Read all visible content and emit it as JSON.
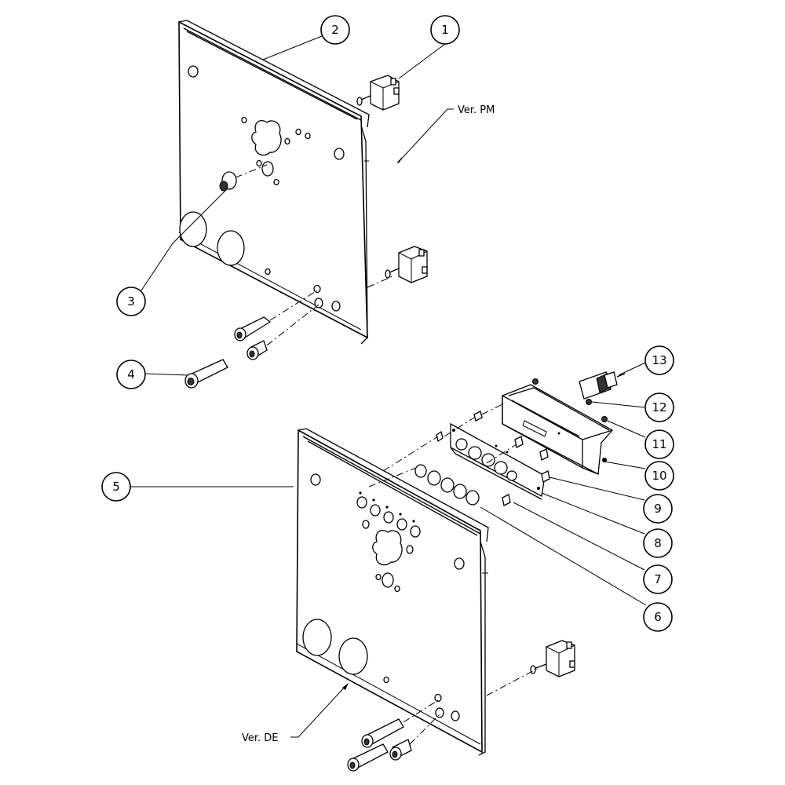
{
  "callouts": [
    {
      "id": "1",
      "label": "1"
    },
    {
      "id": "2",
      "label": "2"
    },
    {
      "id": "3",
      "label": "3"
    },
    {
      "id": "4",
      "label": "4"
    },
    {
      "id": "5",
      "label": "5"
    },
    {
      "id": "6",
      "label": "6"
    },
    {
      "id": "7",
      "label": "7"
    },
    {
      "id": "8",
      "label": "8"
    },
    {
      "id": "9",
      "label": "9"
    },
    {
      "id": "10",
      "label": "10"
    },
    {
      "id": "11",
      "label": "11"
    },
    {
      "id": "12",
      "label": "12"
    },
    {
      "id": "13",
      "label": "13"
    }
  ],
  "version_labels": {
    "pm": "Ver. PM",
    "de": "Ver. DE"
  }
}
